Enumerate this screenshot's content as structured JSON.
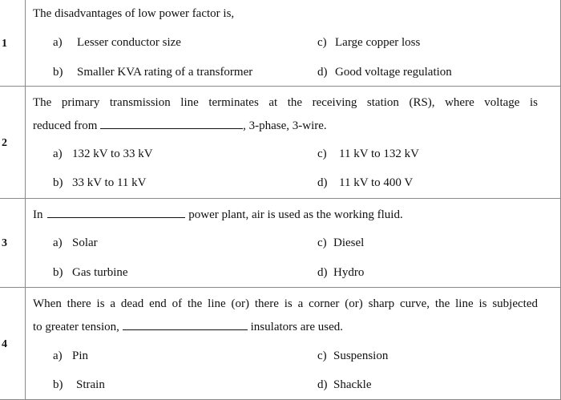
{
  "questions": [
    {
      "number": "1",
      "stem_line1": "The disadvantages of low power factor is,",
      "options": [
        {
          "letter": "a)",
          "text": "Lesser conductor size"
        },
        {
          "letter": "c)",
          "text": "Large copper loss"
        },
        {
          "letter": "b)",
          "text": "Smaller KVA rating of a transformer"
        },
        {
          "letter": "d)",
          "text": "Good voltage regulation"
        }
      ]
    },
    {
      "number": "2",
      "stem_line1": "The primary transmission line terminates at the receiving station (RS), where voltage is",
      "stem_line2_before": "reduced from",
      "stem_line2_after": ", 3-phase, 3-wire.",
      "options": [
        {
          "letter": "a)",
          "text": "132 kV to 33 kV"
        },
        {
          "letter": "c)",
          "text": "11 kV to 132 kV"
        },
        {
          "letter": "b)",
          "text": "33 kV to 11 kV"
        },
        {
          "letter": "d)",
          "text": "11 kV to 400 V"
        }
      ]
    },
    {
      "number": "3",
      "stem_before": "In",
      "stem_after": "power plant, air is used as the working fluid.",
      "options": [
        {
          "letter": "a)",
          "text": "Solar"
        },
        {
          "letter": "c)",
          "text": "Diesel"
        },
        {
          "letter": "b)",
          "text": "Gas turbine"
        },
        {
          "letter": "d)",
          "text": "Hydro"
        }
      ]
    },
    {
      "number": "4",
      "stem_line1": "When there is a dead end of the line (or) there is a corner (or) sharp curve, the line is subjected",
      "stem_line2_before": "to greater tension,",
      "stem_line2_after": "insulators are used.",
      "options": [
        {
          "letter": "a)",
          "text": "Pin"
        },
        {
          "letter": "c)",
          "text": "Suspension"
        },
        {
          "letter": "b)",
          "text": "Strain"
        },
        {
          "letter": "d)",
          "text": "Shackle"
        }
      ]
    }
  ]
}
